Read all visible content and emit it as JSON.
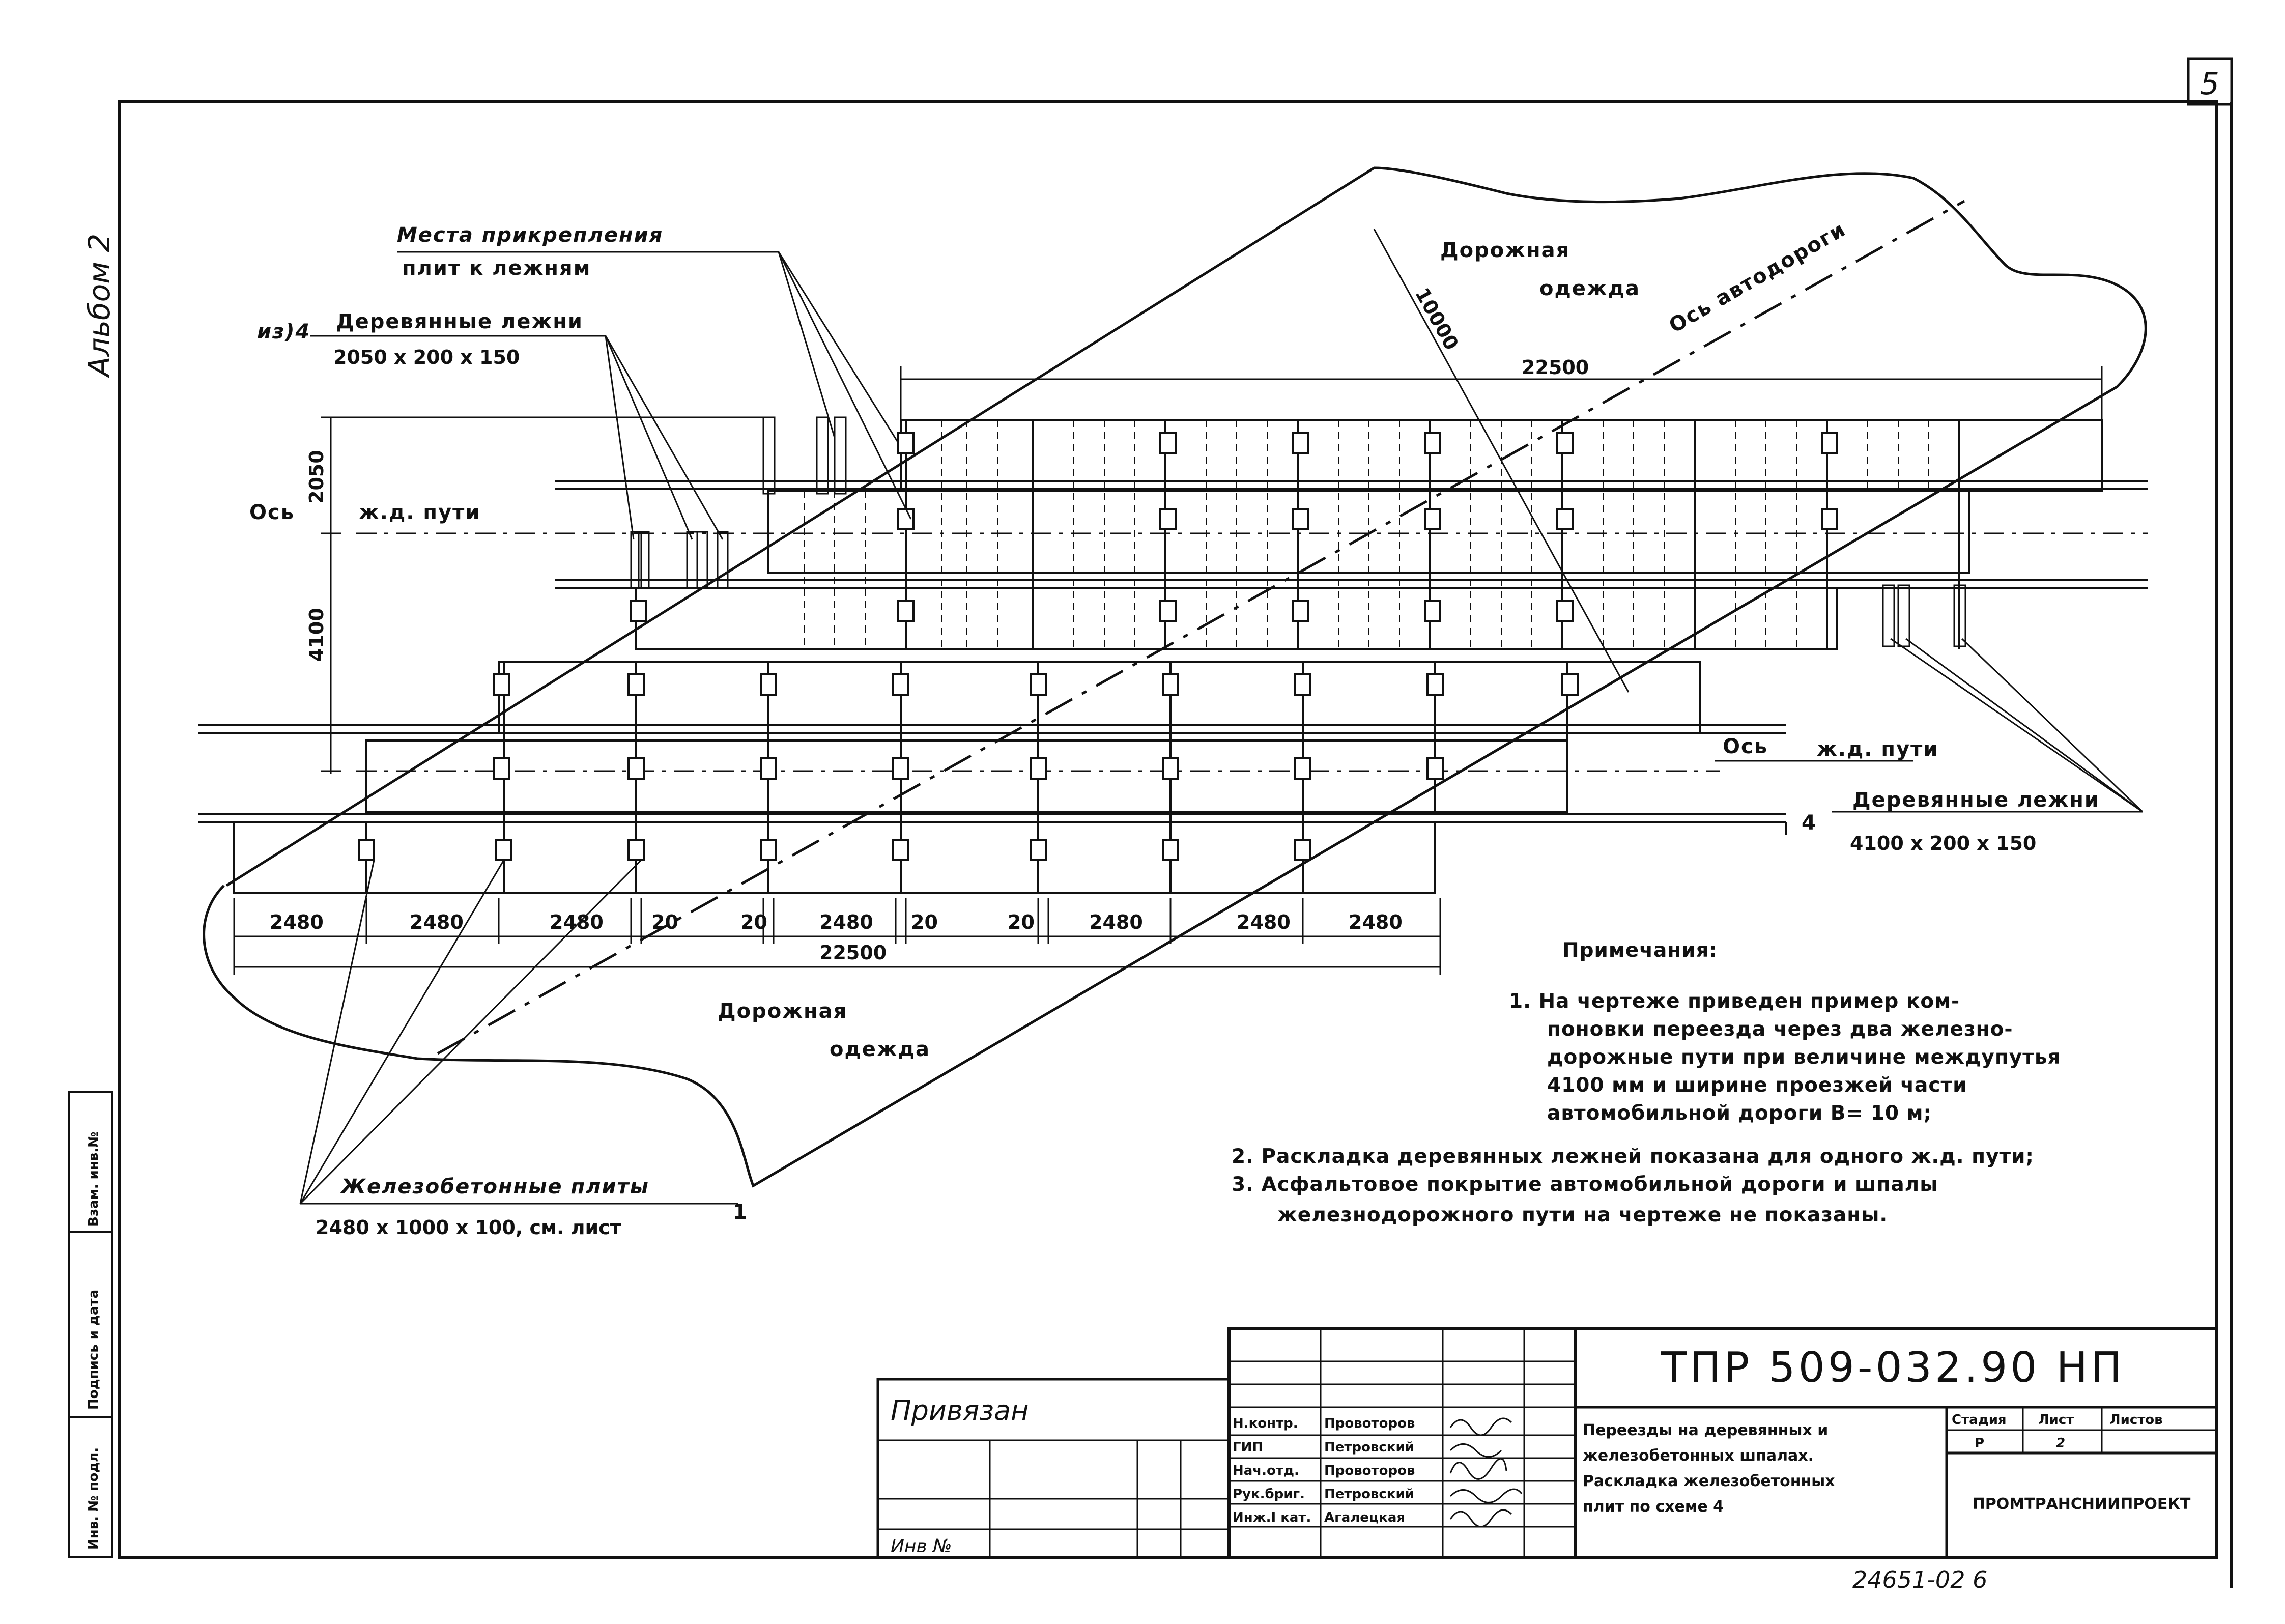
{
  "sheet": {
    "number": "5",
    "album": "Альбом 2",
    "bottom_code": "24651-02 6"
  },
  "drawing": {
    "attach_places_line1": "Места прикрепления",
    "attach_places_line2": "плит к лежням",
    "wooden_sleepers_left_qty": "из)4",
    "wooden_sleepers_left": "Деревянные лежни",
    "wooden_sleepers_left_size": "2050 x 200 x 150",
    "road_surface_top_l1": "Дорожная",
    "road_surface_top_l2": "одежда",
    "road_axis": "Ось автодороги",
    "road_width_dim": "10000",
    "dim_top_22500": "22500",
    "dim_2050": "2050",
    "dim_4100": "4100",
    "rail_axis_left_a": "Ось",
    "rail_axis_left_b": "ж.д. пути",
    "rail_axis_right_a": "Ось",
    "rail_axis_right_b": "ж.д. пути",
    "wooden_sleepers_right_qty": "4",
    "wooden_sleepers_right": "Деревянные лежни",
    "wooden_sleepers_right_size": "4100 x 200 x 150",
    "bottom_dims": [
      "2480",
      "2480",
      "2480",
      "20",
      "20",
      "2480",
      "20",
      "20",
      "2480",
      "2480",
      "2480"
    ],
    "dim_bottom_22500": "22500",
    "road_surface_bottom_l1": "Дорожная",
    "road_surface_bottom_l2": "одежда",
    "rc_slabs_qty": "1",
    "rc_slabs": "Железобетонные плиты",
    "rc_slabs_size": "2480 x 1000 x 100, см. лист"
  },
  "notes": {
    "title": "Примечания:",
    "n1_l1": "1. На чертеже приведен пример ком-",
    "n1_l2": "поновки переезда через два железно-",
    "n1_l3": "дорожные пути при величине междупутья",
    "n1_l4": "4100 мм и ширине проезжей части",
    "n1_l5": "автомобильной дороги B= 10 м;",
    "n2": "2. Раскладка деревянных лежней показана для одного ж.д. пути;",
    "n3_l1": "3. Асфальтовое покрытие автомобильной дороги и шпалы",
    "n3_l2": "железнодорожного пути на чертеже не показаны."
  },
  "title_block": {
    "doc_code": "ТПР 509-032.90 НП",
    "privyazan": "Привязан",
    "inv_no": "Инв №",
    "roles": [
      {
        "role": "Н.контр.",
        "name": "Провоторов"
      },
      {
        "role": "ГИП",
        "name": "Петровский"
      },
      {
        "role": "Нач.отд.",
        "name": "Провоторов"
      },
      {
        "role": "Рук.бриг.",
        "name": "Петровский"
      },
      {
        "role": "Инж.I кат.",
        "name": "Агалецкая"
      }
    ],
    "description_l1": "Переезды на деревянных и",
    "description_l2": "железобетонных шпалах.",
    "description_l3": "Раскладка железобетонных",
    "description_l4": "плит по схеме 4",
    "stage_label": "Стадия",
    "sheet_label": "Лист",
    "sheets_label": "Листов",
    "stage_value": "Р",
    "sheet_value": "2",
    "sheets_value": "",
    "organization": "ПРОМТРАНСНИИПРОЕКТ"
  },
  "side_stamp": {
    "col1": "Инв. № подл.",
    "col2": "Подпись и дата",
    "col3": "Взам. инв.№"
  }
}
